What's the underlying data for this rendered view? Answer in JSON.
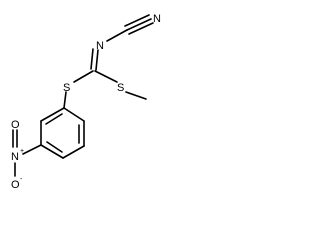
{
  "structure": {
    "atoms": {
      "n_nitrile": "N",
      "n_imine": "N",
      "s_aryl": "S",
      "s_methyl": "S",
      "n_nitro": "N",
      "n_nitro_charge": "+",
      "o_double": "O",
      "o_single": "O",
      "o_single_charge": "-"
    }
  }
}
